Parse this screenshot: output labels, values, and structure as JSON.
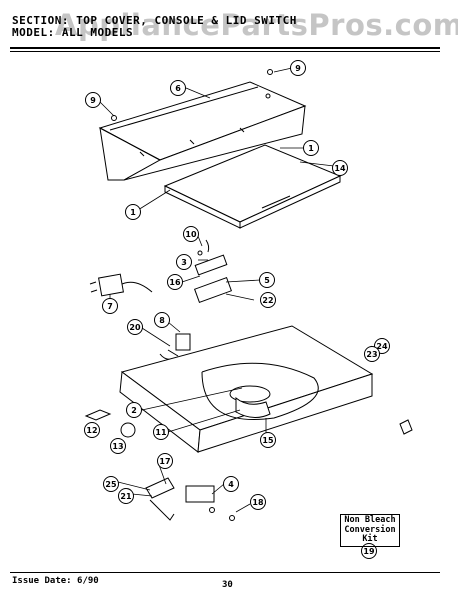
{
  "header": {
    "section": "SECTION:  TOP COVER, CONSOLE & LID SWITCH",
    "model": "MODEL:  ALL MODELS",
    "watermark": "AppliancePartsPros.com"
  },
  "kit_label": {
    "line1": "Non Bleach",
    "line2": "Conversion",
    "line3": "Kit"
  },
  "footer": {
    "issue_date": "Issue Date: 6/90",
    "page_number": "30"
  },
  "callouts": [
    "9",
    "6",
    "9",
    "1",
    "14",
    "1",
    "10",
    "3",
    "5",
    "16",
    "22",
    "7",
    "8",
    "20",
    "24",
    "23",
    "2",
    "11",
    "12",
    "13",
    "15",
    "17",
    "4",
    "25",
    "21",
    "18",
    "19"
  ]
}
